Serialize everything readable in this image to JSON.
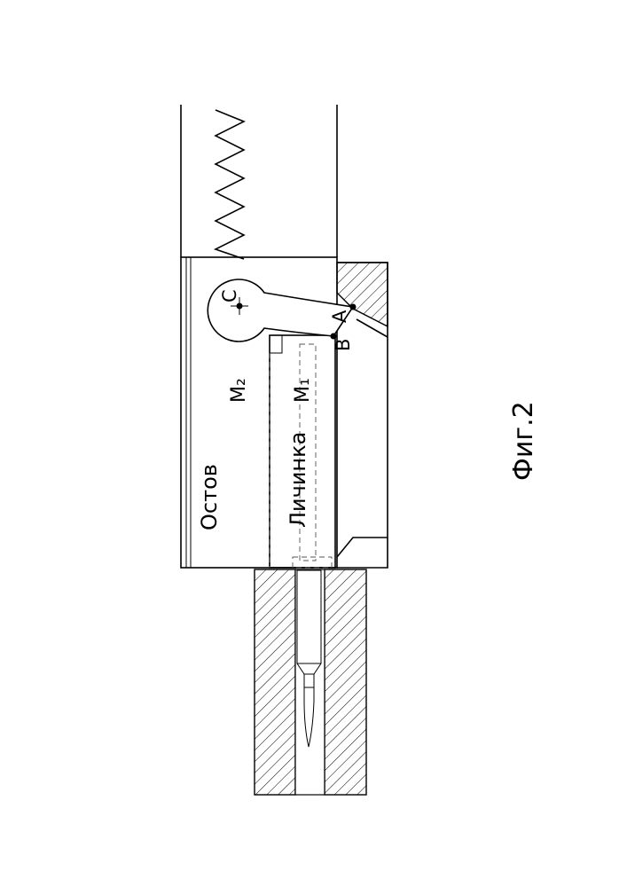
{
  "labels": {
    "frame": "Остов",
    "bolt": "Личинка",
    "mass_frame": "M₂",
    "mass_bolt": "M₁",
    "point_c": "C",
    "point_a": "A",
    "point_b": "B"
  },
  "caption": "Фиг.2"
}
